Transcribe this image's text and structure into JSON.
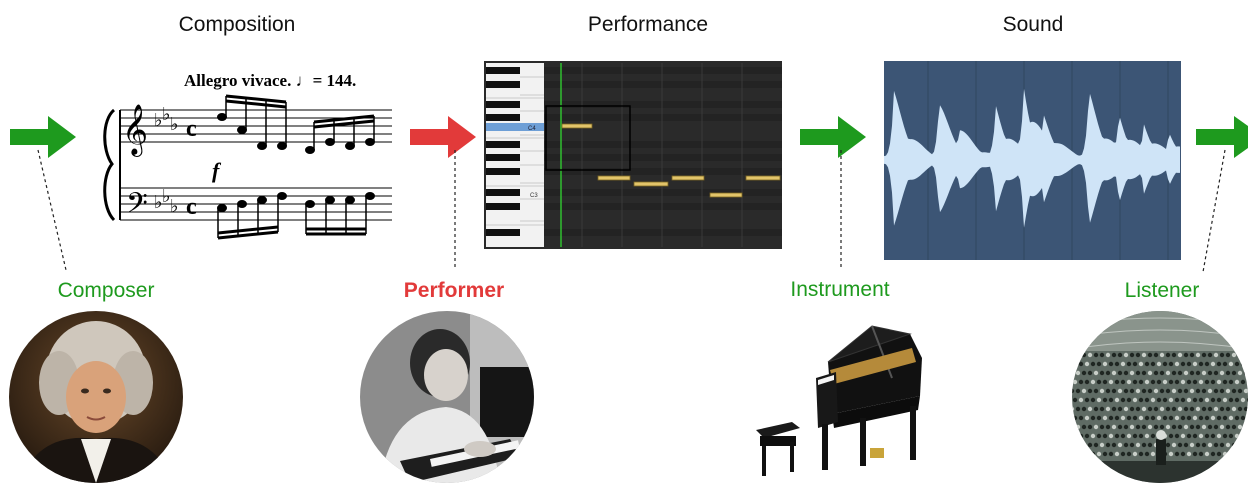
{
  "stages": {
    "composition": "Composition",
    "performance": "Performance",
    "sound": "Sound"
  },
  "score": {
    "tempo_text": "Allegro vivace. ♩= 144.",
    "dynamic": "f",
    "time_signature": "c"
  },
  "piano_roll": {
    "label_c4": "C4",
    "label_c3": "C3"
  },
  "roles": {
    "composer": "Composer",
    "performer": "Performer",
    "instrument": "Instrument",
    "listener": "Listener"
  },
  "colors": {
    "green_arrow": "#1e9a1e",
    "red_arrow": "#e23a3a",
    "green_text": "#1e9a1e",
    "red_text": "#e23a3a",
    "waveform_bg": "#3c5575",
    "waveform_fg": "#cfe4f7",
    "roll_bg": "#2a2a2a",
    "note_fill": "#e2c46a"
  },
  "icons": [
    "arrow-right-icon",
    "composer-portrait",
    "performer-photo",
    "grand-piano-icon",
    "audience-photo"
  ]
}
